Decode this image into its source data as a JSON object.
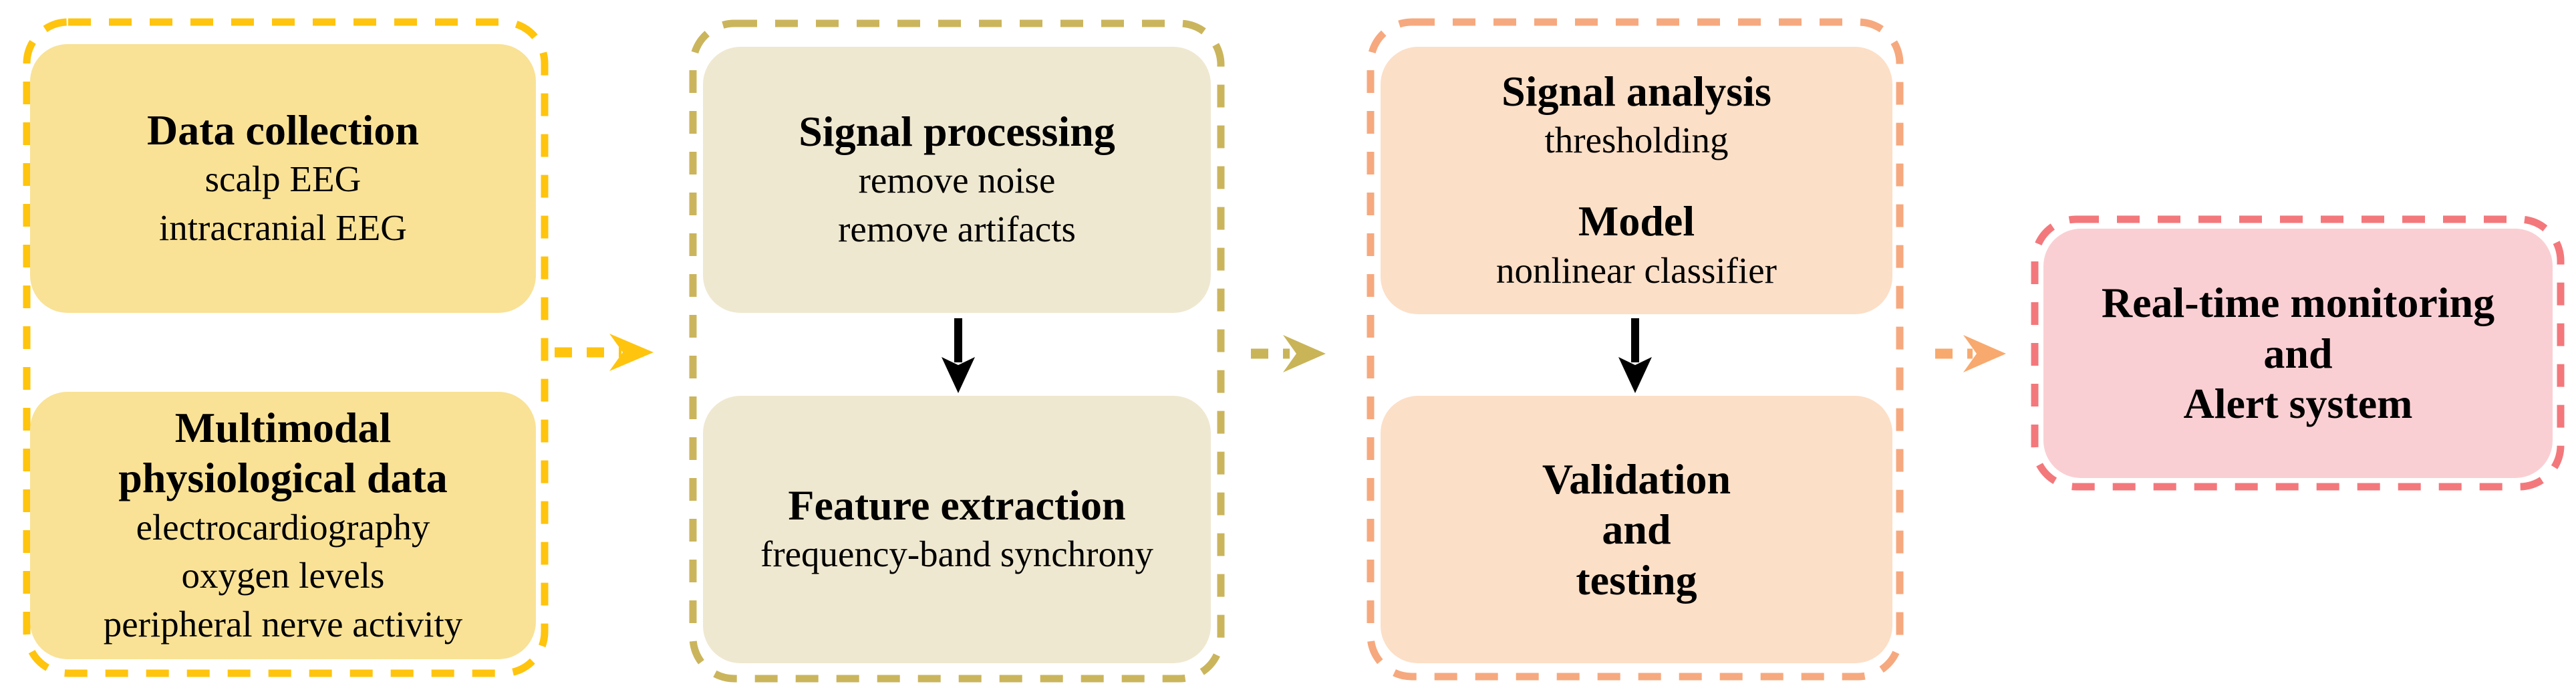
{
  "colors": {
    "stage1_fill": "#F9E296",
    "stage1_border": "#FFC40D",
    "stage2_fill": "#EFE8D0",
    "stage2_border": "#CBB55C",
    "stage3_fill": "#FCDFC7",
    "stage3_border": "#F6A97E",
    "stage4_fill": "#FACFD3",
    "stage4_border": "#F3787C",
    "arrow1": "#FFC40D",
    "arrow2": "#C9B458",
    "arrow3": "#F8A96E",
    "down_arrow": "#000000"
  },
  "flow": {
    "groups": [
      {
        "boxes": [
          {
            "sections": [
              {
                "heading": "Data collection",
                "lines": [
                  "scalp EEG",
                  "intracranial EEG"
                ]
              }
            ]
          },
          {
            "sections": [
              {
                "heading": "Multimodal\nphysiological data",
                "lines": [
                  "electrocardiography",
                  "oxygen levels",
                  "peripheral nerve activity"
                ]
              }
            ]
          }
        ]
      },
      {
        "boxes": [
          {
            "sections": [
              {
                "heading": "Signal processing",
                "lines": [
                  "remove noise",
                  "remove artifacts"
                ]
              }
            ]
          },
          {
            "sections": [
              {
                "heading": "Feature extraction",
                "lines": [
                  "frequency-band synchrony"
                ]
              }
            ]
          }
        ]
      },
      {
        "boxes": [
          {
            "sections": [
              {
                "heading": "Signal analysis",
                "lines": [
                  "thresholding"
                ]
              },
              {
                "heading": "Model",
                "lines": [
                  "nonlinear classifier"
                ]
              }
            ]
          },
          {
            "sections": [
              {
                "heading": "Validation\nand\ntesting",
                "lines": []
              }
            ]
          }
        ]
      },
      {
        "boxes": [
          {
            "sections": [
              {
                "heading": "Real-time monitoring\nand\nAlert system",
                "lines": []
              }
            ]
          }
        ]
      }
    ]
  }
}
